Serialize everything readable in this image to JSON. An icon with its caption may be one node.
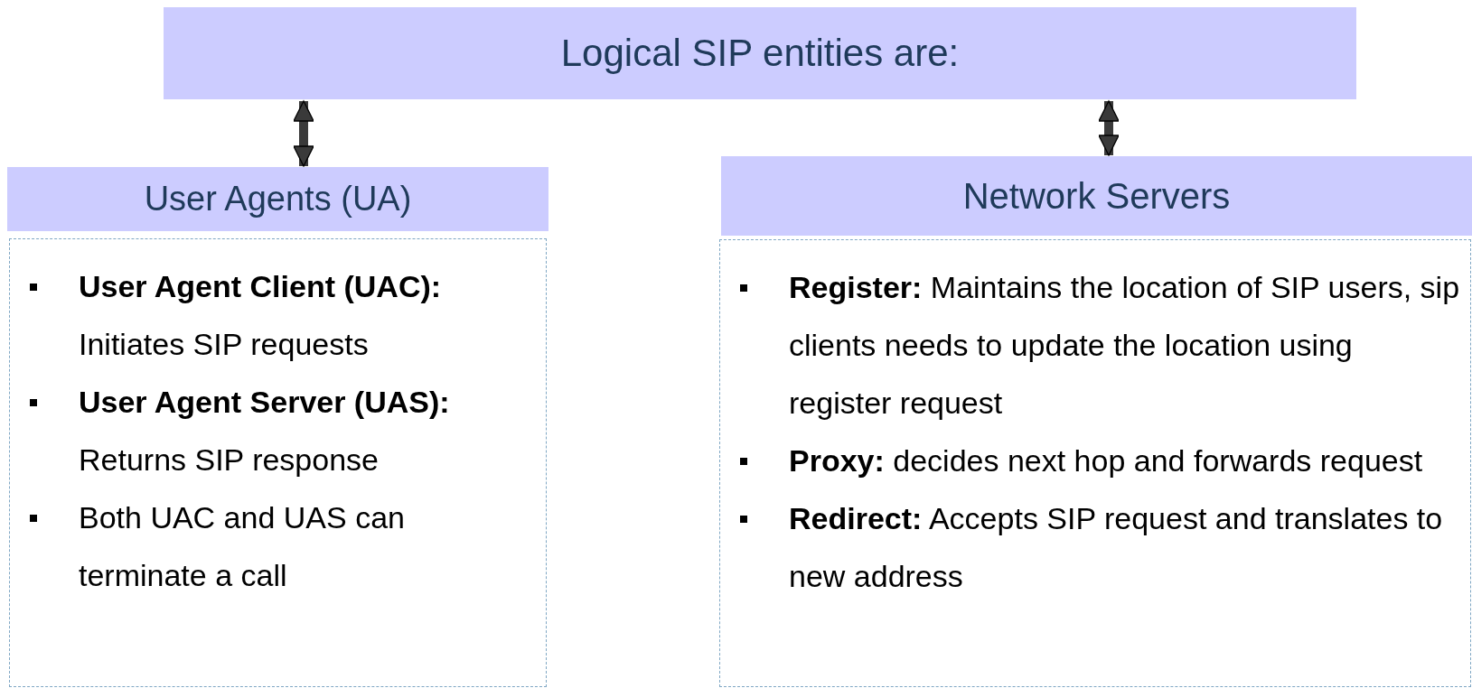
{
  "diagram": {
    "nodes": [
      {
        "text": [
          "Logical SIP entities are:"
        ]
      },
      {
        "text": [
          "User Agents (UA)"
        ]
      },
      {
        "text": [
          "**User Agent Client (UAC):** Initiates SIP requests",
          "**User Agent Server (UAS):** Returns SIP response",
          "Both UAC and UAS can terminate a call"
        ]
      },
      {
        "text": [
          "Network Servers"
        ]
      },
      {
        "text": [
          "**Register:** Maintains the location of SIP users, sip clients needs to update the location using register request",
          "**Proxy:** decides next hop and forwards request",
          "**Redirect:** Accepts SIP request and translates to new address"
        ]
      }
    ],
    "edges": [
      {
        "from": 0,
        "to": 1,
        "arrow": "both"
      },
      {
        "from": 0,
        "to": 3,
        "arrow": "both"
      }
    ]
  }
}
